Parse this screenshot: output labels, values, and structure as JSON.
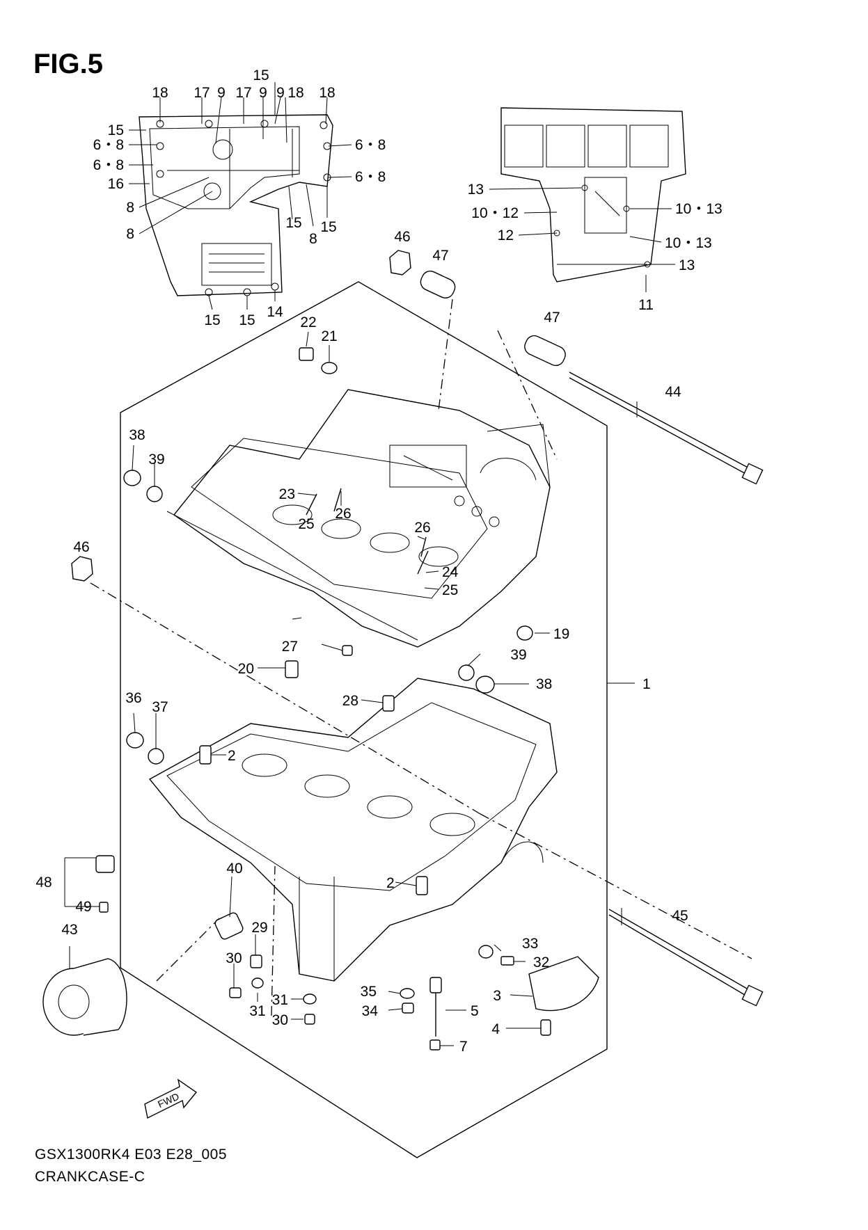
{
  "figure": {
    "title": "FIG.5"
  },
  "footer": {
    "model_code": "GSX1300RK4 E03 E28_005",
    "section_name": "CRANKCASE-C"
  },
  "fwd_arrow": {
    "label": "FWD"
  },
  "callouts": {
    "c1": "1",
    "c2a": "2",
    "c2b": "2",
    "c3": "3",
    "c4": "4",
    "c5": "5",
    "c7": "7",
    "c19": "19",
    "c20": "20",
    "c21": "21",
    "c22": "22",
    "c23": "23",
    "c24": "24",
    "c25a": "25",
    "c25b": "25",
    "c26a": "26",
    "c26b": "26",
    "c27": "27",
    "c28": "28",
    "c29": "29",
    "c30a": "30",
    "c30b": "30",
    "c31a": "31",
    "c31b": "31",
    "c32": "32",
    "c33": "33",
    "c34": "34",
    "c35": "35",
    "c36": "36",
    "c37": "37",
    "c38a": "38",
    "c38b": "38",
    "c39a": "39",
    "c39b": "39",
    "c40": "40",
    "c43": "43",
    "c44": "44",
    "c45": "45",
    "c46a": "46",
    "c46b": "46",
    "c47a": "47",
    "c47b": "47",
    "c48": "48",
    "c49": "49"
  },
  "inset_left": {
    "labels": {
      "t15": "15",
      "t18a": "18",
      "t17a": "17",
      "t9a": "9",
      "t17b": "17",
      "t9b": "9",
      "t9c": "9",
      "t18b": "18",
      "t18c": "18",
      "l15": "15",
      "l68a": "6・8",
      "l68b": "6・8",
      "l16": "16",
      "l8a": "8",
      "l8b": "8",
      "r68a": "6・8",
      "r68b": "6・8",
      "b15a": "15",
      "b15b": "15",
      "b8": "8",
      "b15c": "15",
      "b15d": "15",
      "b14": "14"
    }
  },
  "inset_right": {
    "labels": {
      "l13": "13",
      "l1012": "10・12",
      "l12": "12",
      "r1013a": "10・13",
      "r1013b": "10・13",
      "r13": "13",
      "b11": "11"
    }
  }
}
